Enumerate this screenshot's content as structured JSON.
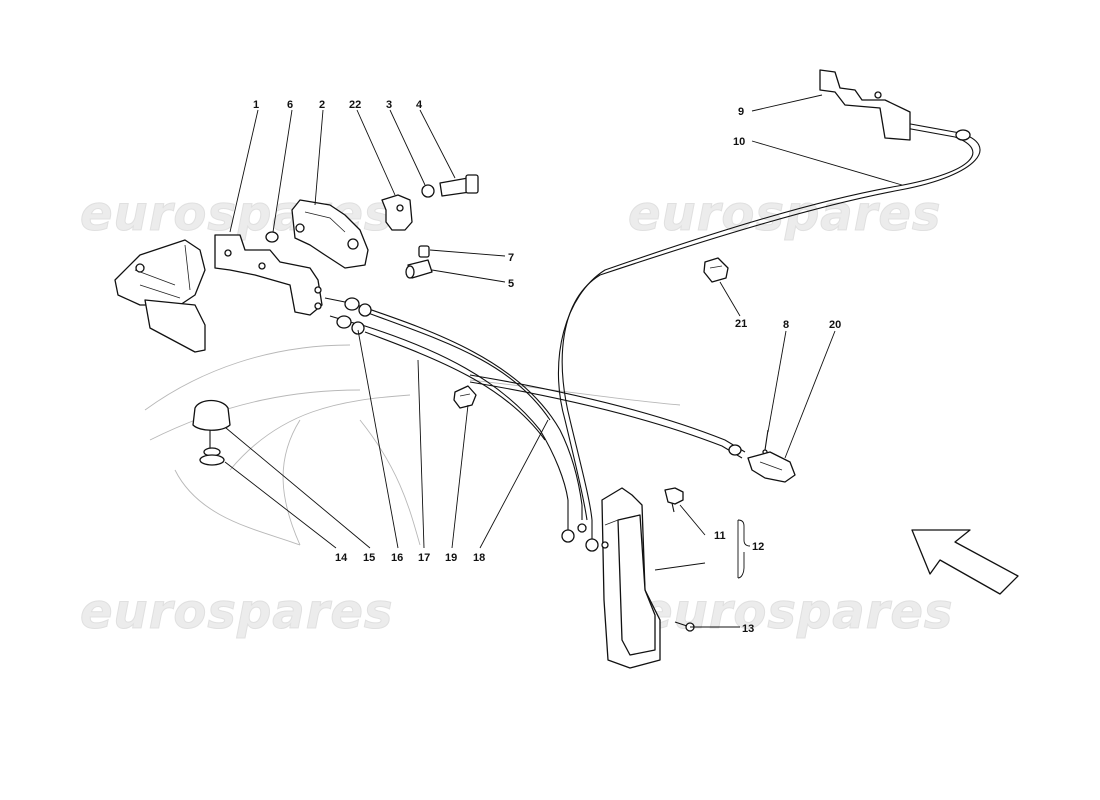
{
  "watermark": "eurospares",
  "callouts": {
    "c1": "1",
    "c2": "2",
    "c3": "3",
    "c4": "4",
    "c5": "5",
    "c6": "6",
    "c7": "7",
    "c8": "8",
    "c9": "9",
    "c10": "10",
    "c11": "11",
    "c12": "12",
    "c13": "13",
    "c14": "14",
    "c15": "15",
    "c16": "16",
    "c17": "17",
    "c18": "18",
    "c19": "19",
    "c20": "20",
    "c21": "21",
    "c22": "22"
  },
  "colors": {
    "ink": "#111111",
    "watermark": "#e6e6e6",
    "background": "#ffffff"
  },
  "icons": {
    "direction_arrow": "direction-arrow-icon"
  }
}
